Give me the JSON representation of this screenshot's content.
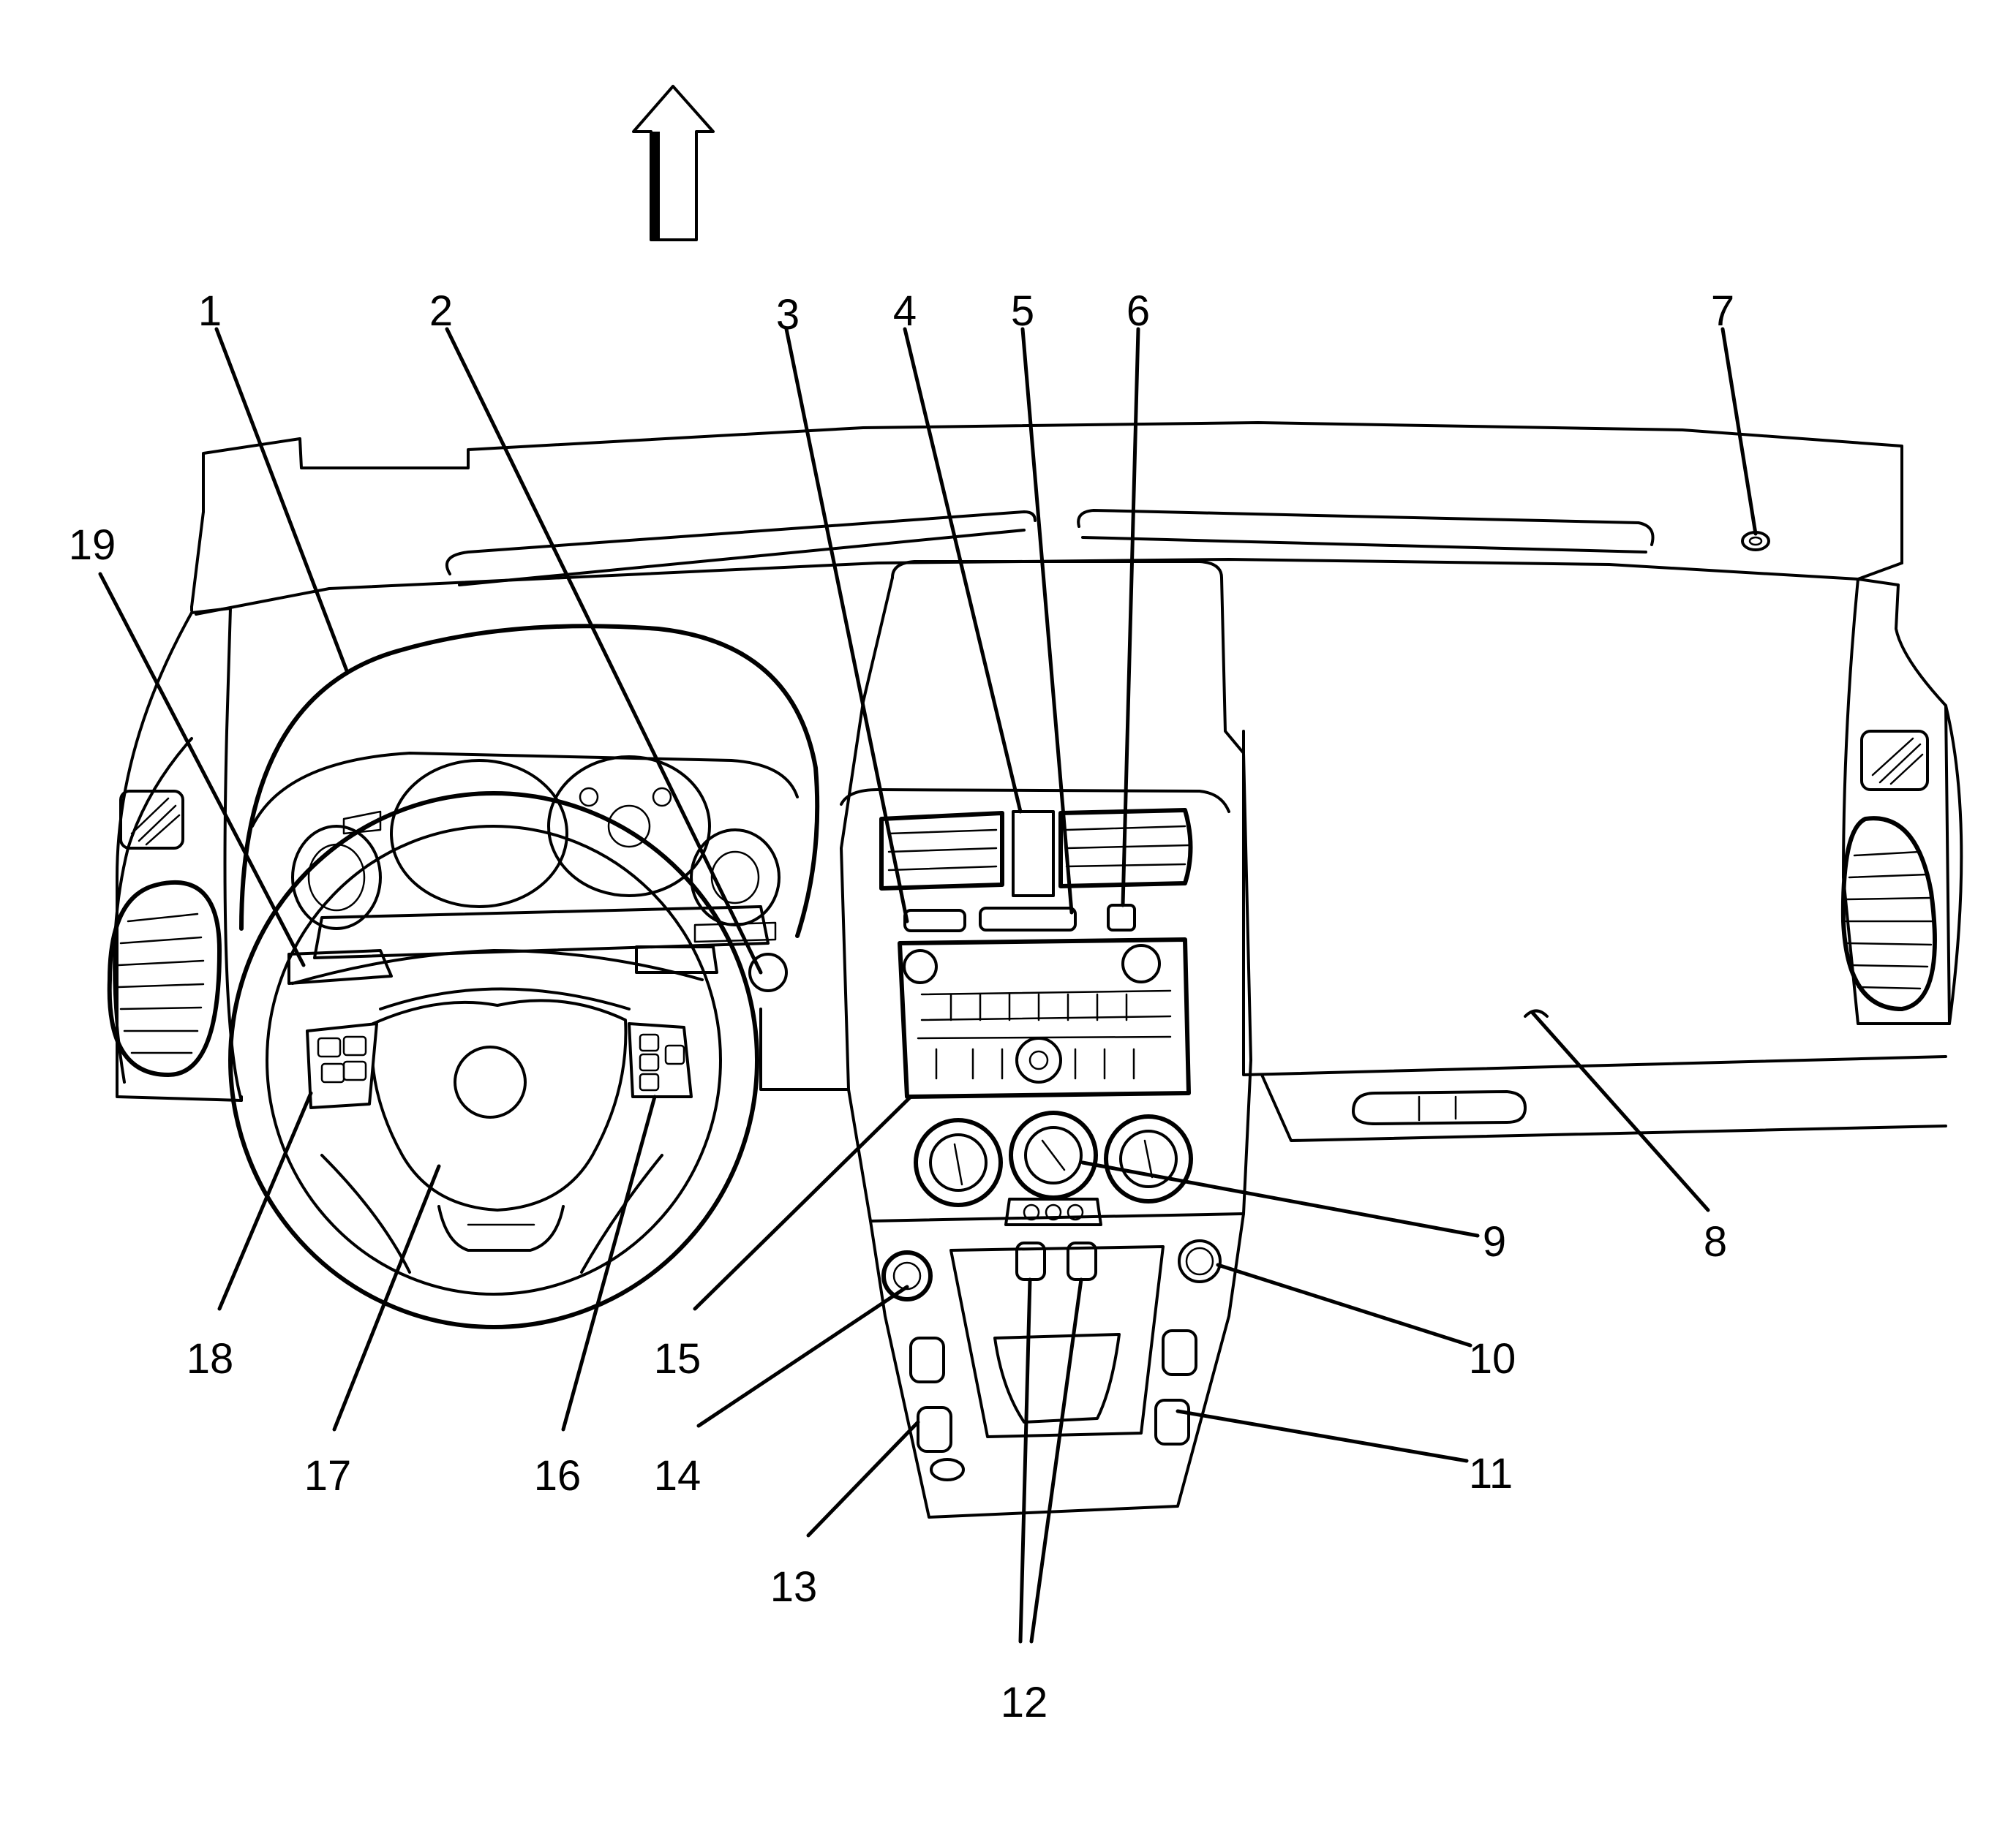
{
  "diagram": {
    "orientation_icon": "up-arrow-icon",
    "line_color": "#000000",
    "background_color": "#ffffff",
    "callouts": [
      {
        "id": "1",
        "label": "1"
      },
      {
        "id": "2",
        "label": "2"
      },
      {
        "id": "3",
        "label": "3"
      },
      {
        "id": "4",
        "label": "4"
      },
      {
        "id": "5",
        "label": "5"
      },
      {
        "id": "6",
        "label": "6"
      },
      {
        "id": "7",
        "label": "7"
      },
      {
        "id": "8",
        "label": "8"
      },
      {
        "id": "9",
        "label": "9"
      },
      {
        "id": "10",
        "label": "10"
      },
      {
        "id": "11",
        "label": "11"
      },
      {
        "id": "12",
        "label": "12"
      },
      {
        "id": "13",
        "label": "13"
      },
      {
        "id": "14",
        "label": "14"
      },
      {
        "id": "15",
        "label": "15"
      },
      {
        "id": "16",
        "label": "16"
      },
      {
        "id": "17",
        "label": "17"
      },
      {
        "id": "18",
        "label": "18"
      },
      {
        "id": "19",
        "label": "19"
      }
    ]
  }
}
